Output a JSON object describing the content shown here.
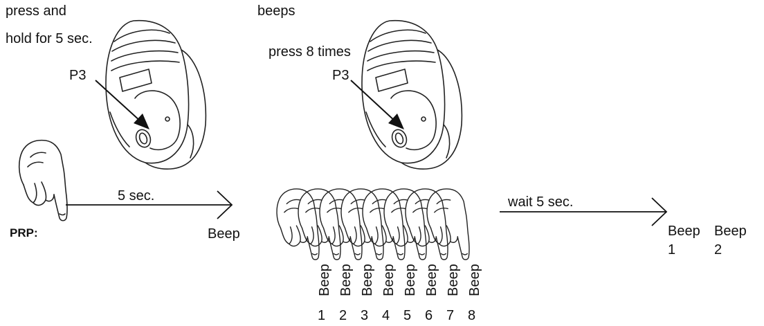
{
  "step1": {
    "instruction_line1": "press and",
    "instruction_line2": "hold for 5 sec.",
    "button_label": "P3",
    "duration_label": "5 sec.",
    "result_label": "Beep",
    "mode_label": "PRP:"
  },
  "step2": {
    "header": "beeps",
    "instruction": "press 8 times",
    "button_label": "P3",
    "press_count": 8,
    "beeps": [
      {
        "label": "Beep",
        "number": "1"
      },
      {
        "label": "Beep",
        "number": "2"
      },
      {
        "label": "Beep",
        "number": "3"
      },
      {
        "label": "Beep",
        "number": "4"
      },
      {
        "label": "Beep",
        "number": "5"
      },
      {
        "label": "Beep",
        "number": "6"
      },
      {
        "label": "Beep",
        "number": "7"
      },
      {
        "label": "Beep",
        "number": "8"
      }
    ]
  },
  "step3": {
    "wait_label": "wait 5 sec.",
    "beeps": [
      {
        "label": "Beep",
        "number": "1"
      },
      {
        "label": "Beep",
        "number": "2"
      }
    ]
  },
  "icons": [
    "remote-control-icon",
    "pointing-hand-icon",
    "arrow-icon"
  ]
}
